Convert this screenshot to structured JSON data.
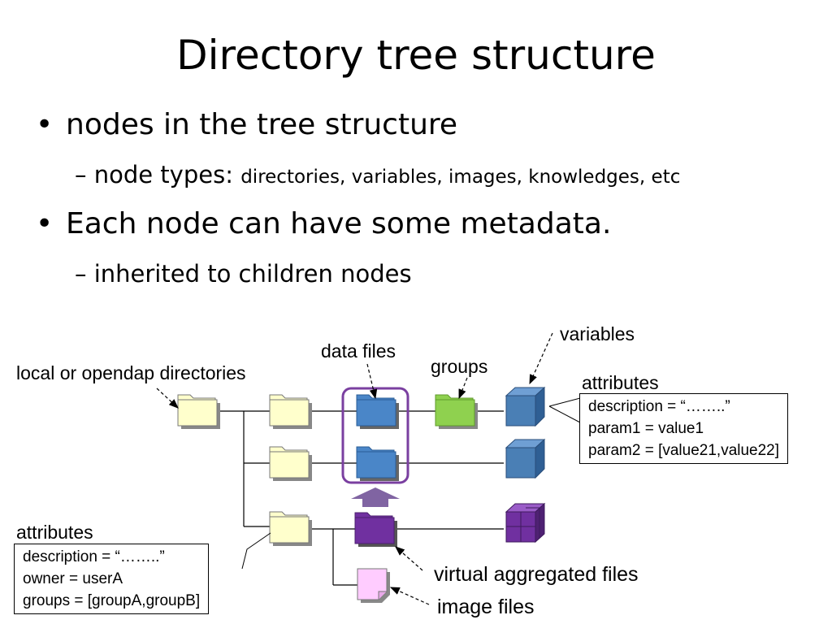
{
  "slide": {
    "title": "Directory tree structure",
    "bullets": [
      {
        "marker": "•",
        "text": "nodes in the tree structure"
      },
      {
        "marker": "•",
        "text": "Each node can have some metadata."
      }
    ],
    "sub_bullets": [
      {
        "marker": "–",
        "lead": "node types: ",
        "detail": "directories, variables, images, knowledges, etc"
      },
      {
        "marker": "–",
        "lead": "inherited to children nodes",
        "detail": ""
      }
    ]
  },
  "diagram": {
    "labels": {
      "local_dirs": "local or opendap directories",
      "data_files": "data files",
      "groups": "groups",
      "variables": "variables",
      "attributes_top": "attributes",
      "attributes_bottom": "attributes",
      "virtual_files": "virtual aggregated files",
      "image_files": "image files"
    },
    "variable_attributes": {
      "line1": "description = “……..”",
      "line2": "param1 = value1",
      "line3": "param2 = [value21,value22]"
    },
    "directory_attributes": {
      "line1": "description = “……..”",
      "line2": "owner = userA",
      "line3": "groups = [groupA,groupB]"
    },
    "colors": {
      "directory_folder": "#ffffcc",
      "data_file_folder": "#4a86c8",
      "group_folder": "#8fd14f",
      "variable_cube": "#4a7fb5",
      "virtual_folder": "#7030a0",
      "image_file": "#ffccff",
      "highlight_box": "#7a3fa0",
      "arrow": "#8064a2"
    }
  }
}
